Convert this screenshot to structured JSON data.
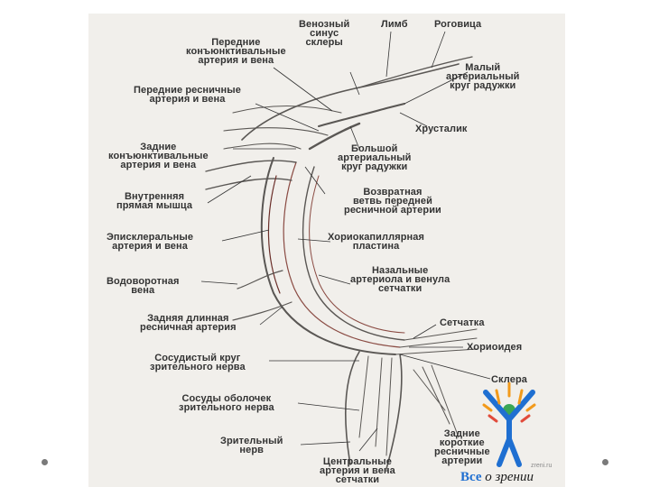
{
  "labels": {
    "venous_sinus": "Венозный\nсинус\nсклеры",
    "limb": "Лимб",
    "cornea": "Роговица",
    "anterior_conjunctival": "Передние\nконъюнктивальные\nартерия и вена",
    "minor_arterial_circle": "Малый\nартериальный\nкруг радужки",
    "anterior_ciliary": "Передние ресничные\nартерия и вена",
    "lens": "Хрусталик",
    "posterior_conjunctival": "Задние\nконъюнктивальные\nартерия и вена",
    "major_arterial_circle": "Большой\nартериальный\nкруг радужки",
    "medial_rectus": "Внутренняя\nпрямая мышца",
    "recurrent_branch": "Возвратная\nветвь передней\nресничной артерии",
    "episcleral": "Эписклеральные\nартерия и вена",
    "choriocapillary": "Хориокапиллярная\nпластина",
    "vortex_vein": "Водоворотная\nвена",
    "nasal_arteriole": "Назальные\nартериола и венула\nсетчатки",
    "posterior_long_ciliary": "Задняя длинная\nресничная артерия",
    "retina": "Сетчатка",
    "vascular_circle": "Сосудистый круг\nзрительного нерва",
    "choroid": "Хориоидея",
    "sclera": "Склера",
    "sheath_vessels": "Сосуды оболочек\nзрительного нерва",
    "posterior_short_ciliary": "Задние\nкороткие\nресничные\nартерии",
    "optic_nerve": "Зрительный\nнерв",
    "central_vessels": "Центральные\nартерия и вена\nсетчатки"
  },
  "logo": {
    "word1": "Все",
    "word2": " о зрении",
    "site": "zreni.ru"
  },
  "colors": {
    "paper": "#f1efeb",
    "ink": "#333333",
    "logo_blue": "#1f6fd1",
    "logo_green": "#3aa655",
    "logo_orange": "#f29a1b"
  }
}
